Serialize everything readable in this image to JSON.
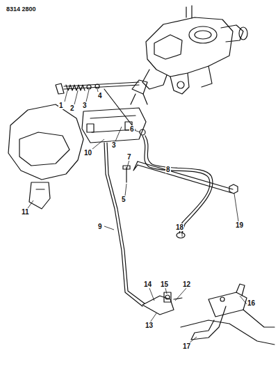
{
  "diagram": {
    "labels": [
      "8314 2800",
      "1",
      "2",
      "3",
      "4",
      "3",
      "6",
      "10",
      "7",
      "8",
      "5",
      "9",
      "11",
      "14",
      "15",
      "12",
      "13",
      "16",
      "17",
      "18",
      "19"
    ]
  }
}
